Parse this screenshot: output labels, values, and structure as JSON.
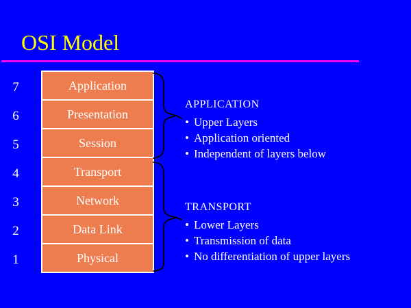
{
  "slide": {
    "title": "OSI Model"
  },
  "colors": {
    "background": "#0000FE",
    "title_text": "#FFFF00",
    "title_rule": "#FF00FF",
    "layer_fill": "#ED7C4E",
    "layer_border": "#FFFFFF",
    "body_text": "#FFFFFF",
    "brace": "#000000"
  },
  "bullet_char": "•",
  "stack": {
    "layers": [
      {
        "number": "7",
        "label": "Application"
      },
      {
        "number": "6",
        "label": "Presentation"
      },
      {
        "number": "5",
        "label": "Session"
      },
      {
        "number": "4",
        "label": "Transport"
      },
      {
        "number": "3",
        "label": "Network"
      },
      {
        "number": "2",
        "label": "Data Link"
      },
      {
        "number": "1",
        "label": "Physical"
      }
    ]
  },
  "annotations": [
    {
      "heading": "APPLICATION",
      "bullets": [
        "Upper Layers",
        "Application oriented",
        "Independent of layers below"
      ]
    },
    {
      "heading": "TRANSPORT",
      "bullets": [
        "Lower Layers",
        "Transmission of data",
        "No differentiation of upper layers"
      ]
    }
  ]
}
